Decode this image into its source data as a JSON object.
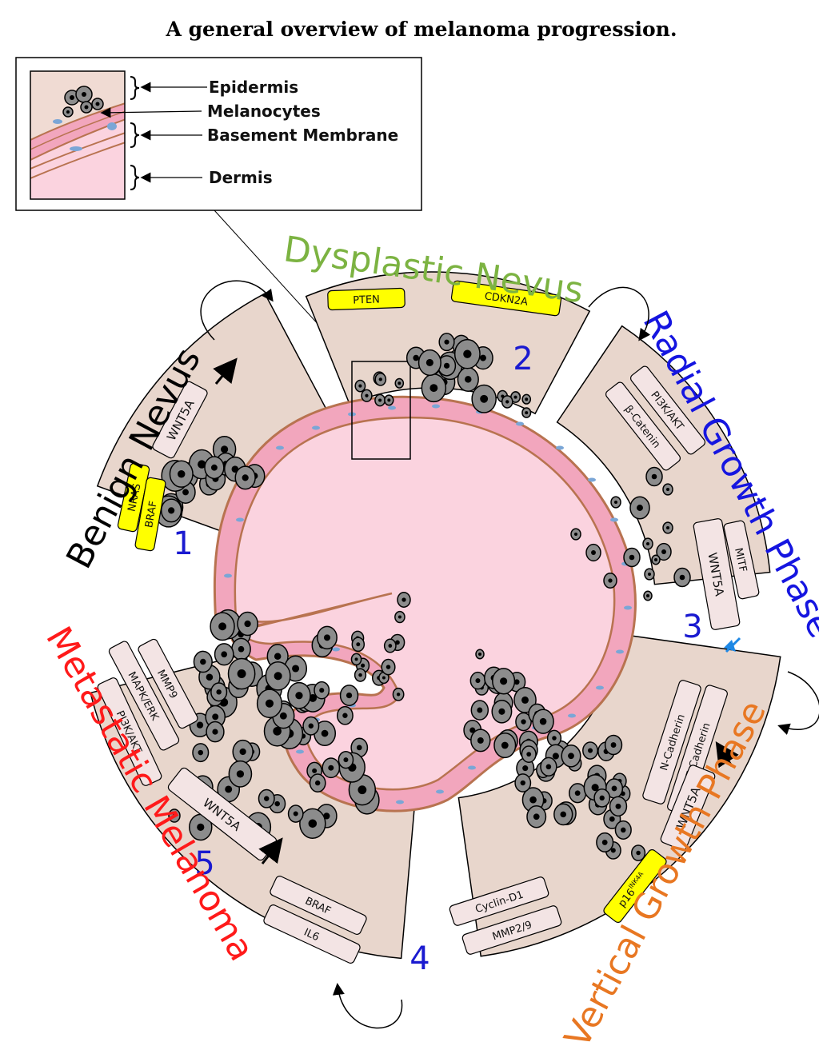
{
  "title": "A general overview of melanoma progression.",
  "legend": {
    "epidermis": "Epidermis",
    "melanocytes": "Melanocytes",
    "basement_membrane": "Basement Membrane",
    "dermis": "Dermis"
  },
  "phases": [
    {
      "number": "1",
      "name": "Benign Nevus",
      "color": "#000000"
    },
    {
      "number": "2",
      "name": "Dysplastic Nevus",
      "color": "#7cb342"
    },
    {
      "number": "3",
      "name": "Radial Growth Phase",
      "color": "#1515e0"
    },
    {
      "number": "4",
      "name": "Vertical Growth Phase",
      "color": "#e87722"
    },
    {
      "number": "5",
      "name": "Metastatic Melanoma",
      "color": "#ff1a1a"
    }
  ],
  "genes": {
    "benign": {
      "wnt5a": "WNT5A",
      "nras": "NRAS",
      "braf": "BRAF"
    },
    "dysplastic": {
      "pten": "PTEN",
      "cdkn2a": "CDKN2A"
    },
    "radial": {
      "pi3k_akt": "PI3K/AKT",
      "beta_catenin": "β-Catenin",
      "mitf": "MITF",
      "wnt5a": "WNT5A"
    },
    "vertical": {
      "n_cadherin": "N-Cadherin",
      "e_cadherin": "E-Cadherin",
      "wnt5a": "WNT5A",
      "p16": "p16",
      "p16_sup": "INK4A",
      "cyclin_d1": "Cyclin-D1",
      "mmp2_9": "MMP2/9"
    },
    "metastatic": {
      "mmp9": "MMP9",
      "mapk_erk": "MAPK/ERK",
      "pi3k_akt": "PI3K/AKT",
      "wnt5a": "WNT5A",
      "braf": "BRAF",
      "il6": "IL6"
    }
  },
  "colors": {
    "sector_fill": "#e8d6cc",
    "dermis_pink": "#fbd3df",
    "membrane_pink": "#f2a6bd",
    "cell_border": "#b87350",
    "nucleus_blue": "#7aa6d6",
    "melanocyte_gray": "#8c8c8c",
    "yellow_tag": "#ffff00",
    "pale_tag": "#f3e4e4"
  }
}
